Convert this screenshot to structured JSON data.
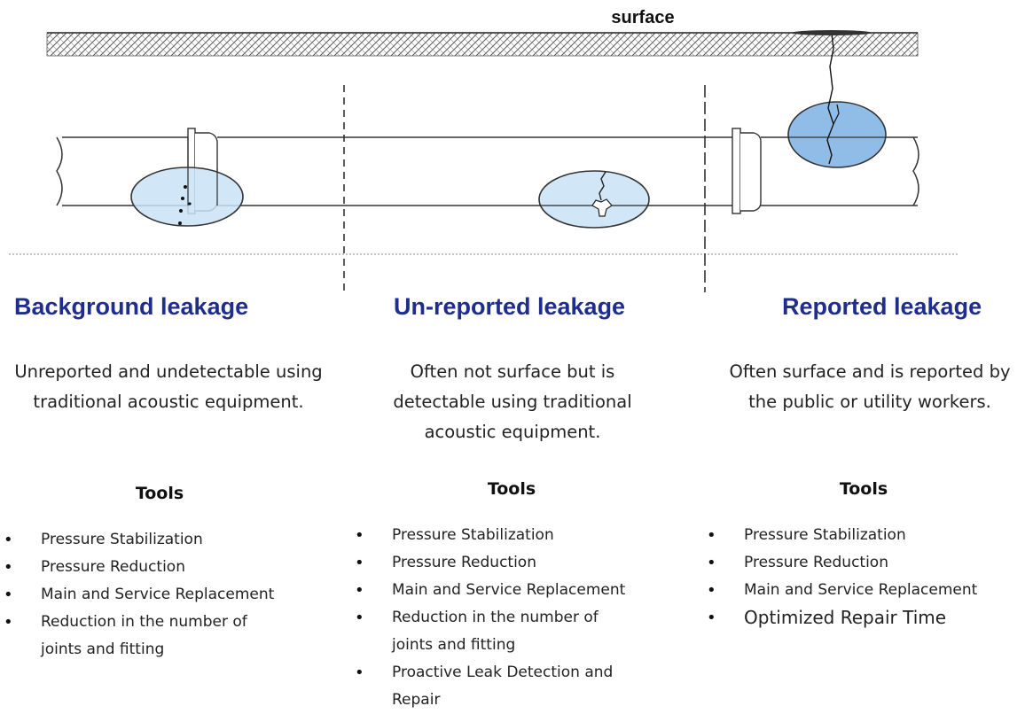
{
  "surface_label": "surface",
  "columns": [
    {
      "heading": "Background leakage",
      "description": [
        "Unreported and undetectable using",
        "traditional acoustic equipment."
      ],
      "tools_title": "Tools",
      "tools": [
        "Pressure Stabilization",
        "Pressure Reduction",
        "Main and Service Replacement",
        "Reduction in the number of",
        "joints and fitting"
      ]
    },
    {
      "heading": "Un-reported leakage",
      "description": [
        "Often not surface but is",
        "detectable using traditional",
        "acoustic equipment."
      ],
      "tools_title": "Tools",
      "tools": [
        "Pressure Stabilization",
        "Pressure Reduction",
        "Main and Service Replacement",
        "Reduction in the number of",
        "joints and fitting",
        "Proactive Leak Detection and",
        "Repair"
      ]
    },
    {
      "heading": "Reported leakage",
      "description": [
        "Often surface and is reported by",
        "the public or utility workers."
      ],
      "tools_title": "Tools",
      "tools": [
        "Pressure Stabilization",
        "Pressure Reduction",
        "Main and Service Replacement",
        "Optimized Repair Time"
      ]
    }
  ],
  "colors": {
    "heading": "#1f2d8c",
    "leak_light": "#c9e2f6",
    "leak_dark": "#8fbde8"
  }
}
